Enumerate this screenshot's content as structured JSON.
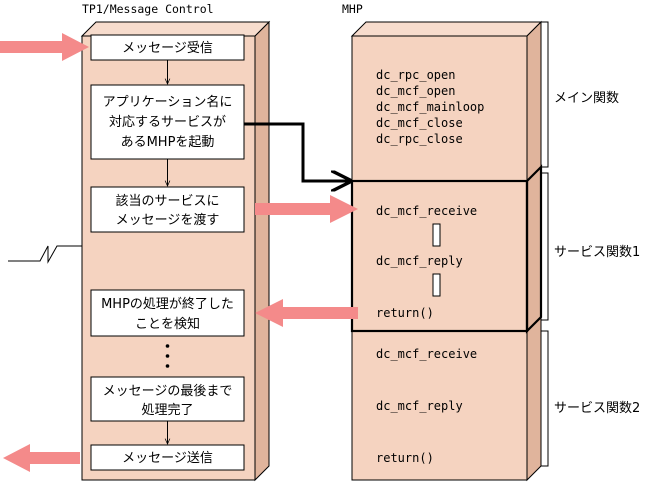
{
  "tp1": {
    "title": "TP1/Message Control",
    "steps": [
      [
        "メッセージ受信"
      ],
      [
        "アプリケーション名に",
        "対応するサービスが",
        "あるMHPを起動"
      ],
      [
        "該当のサービスに",
        "メッセージを渡す"
      ],
      [
        "MHPの処理が終了した",
        "ことを検知"
      ],
      [
        "メッセージの最後まで",
        "処理完了"
      ],
      [
        "メッセージ送信"
      ]
    ]
  },
  "mhp": {
    "title": "MHP",
    "main_functions": [
      "dc_rpc_open",
      "dc_mcf_open",
      "dc_mcf_mainloop",
      "dc_mcf_close",
      "dc_rpc_close"
    ],
    "service1": {
      "receive": "dc_mcf_receive",
      "reply": "dc_mcf_reply",
      "ret": "return()"
    },
    "service2": {
      "receive": "dc_mcf_receive",
      "reply": "dc_mcf_reply",
      "ret": "return()"
    }
  },
  "labels": {
    "main": "メイン関数",
    "service1": "サービス関数1",
    "service2": "サービス関数2"
  },
  "colors": {
    "box_fill": "#f5d3c0",
    "box_side": "#e0b49c",
    "arrow_pink": "#f48a8a",
    "stroke": "#000000"
  }
}
